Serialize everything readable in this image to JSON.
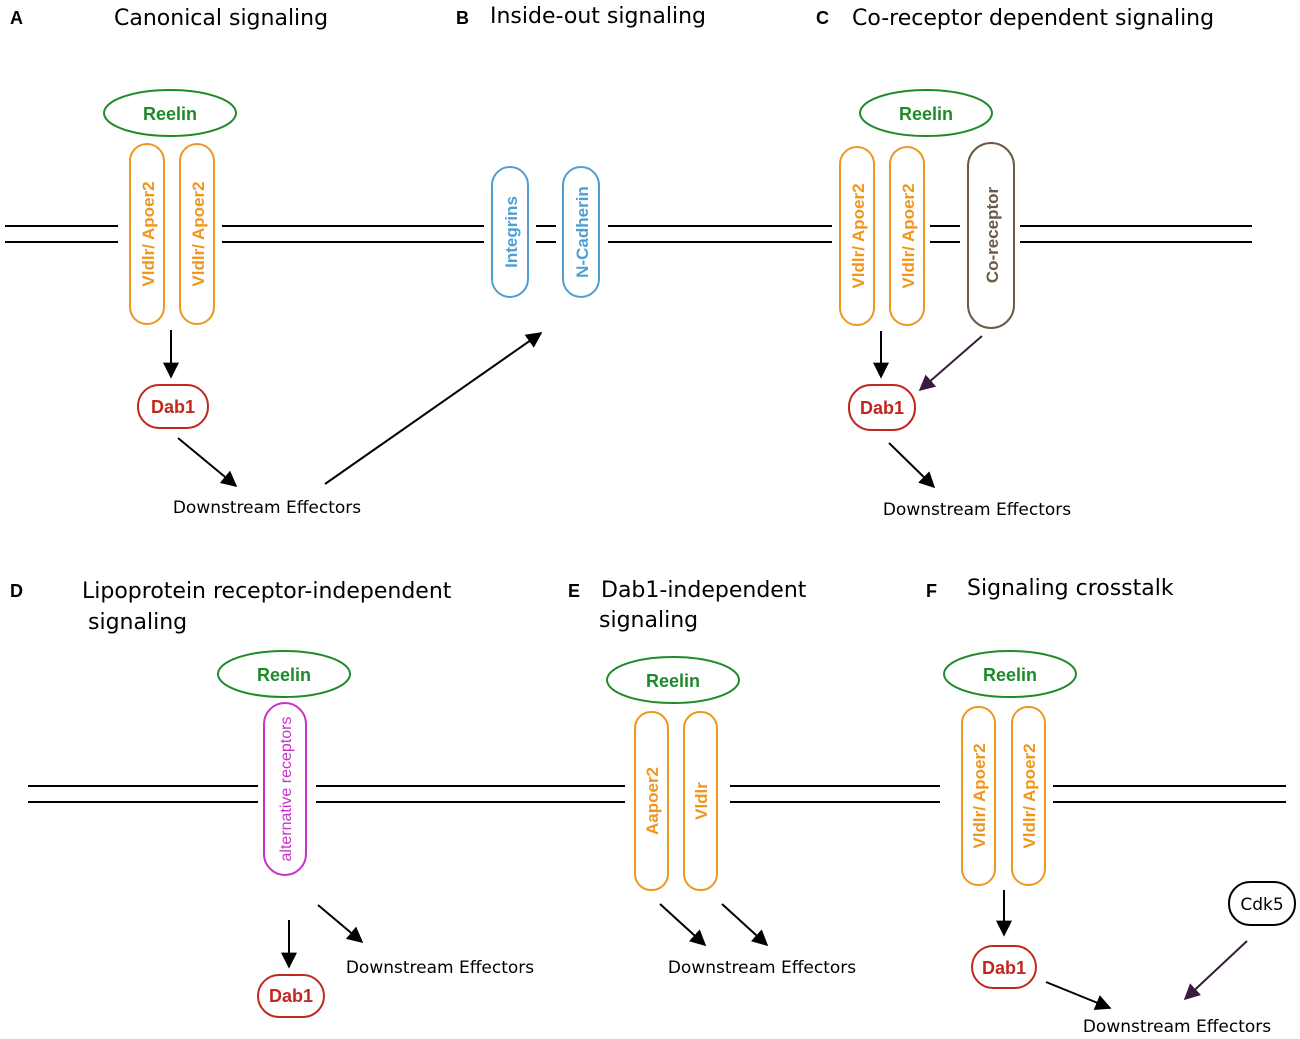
{
  "colors": {
    "reelin": "#1f8a2a",
    "receptor": "#f0961e",
    "dab1": "#c0281e",
    "integrin": "#4f9fd2",
    "coreceptor": "#6b5a46",
    "alternative": "#c832c8",
    "arrow": "#000000",
    "arrow_purple": "#3a1a3e"
  },
  "panels": {
    "a": {
      "letter": "A",
      "title": "Canonical signaling"
    },
    "b": {
      "letter": "B",
      "title": "Inside-out signaling"
    },
    "c": {
      "letter": "C",
      "title": "Co-receptor dependent signaling"
    },
    "d": {
      "letter": "D",
      "title_line1": "Lipoprotein receptor-independent",
      "title_line2": "signaling"
    },
    "e": {
      "letter": "E",
      "title_line1": "Dab1-independent",
      "title_line2": "signaling"
    },
    "f": {
      "letter": "F",
      "title": "Signaling crosstalk"
    }
  },
  "labels": {
    "reelin": "Reelin",
    "vldlr_apoer2": "Vldlr/ Apoer2",
    "dab1": "Dab1",
    "downstream": "Downstream Effectors",
    "integrins": "Integrins",
    "ncadherin": "N-Cadherin",
    "coreceptor": "Co-receptor",
    "alternative": "alternative receptors",
    "aapoer2": "Aapoer2",
    "vldlr": "Vldlr",
    "cdk5": "Cdk5"
  }
}
